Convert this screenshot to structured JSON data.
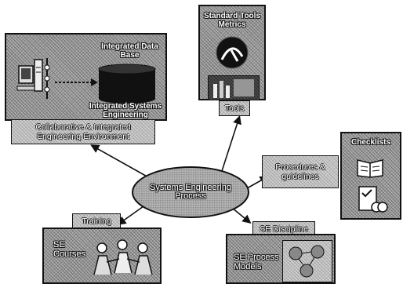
{
  "center": {
    "label": "Systems Engineering\nProcess"
  },
  "nodes": {
    "collab": {
      "inner_title": "Integrated Data\nBase",
      "inner_subtitle": "Integrated Systems\nEngineering",
      "label": "Collaborative & Integrated\nEngineering Environment"
    },
    "tools": {
      "title": "Standard Tools\nMetrics",
      "label": "Tools"
    },
    "procedures": {
      "label": "Procedures &\nguidelines",
      "card_title": "Checklists"
    },
    "training": {
      "label": "Training",
      "inner_text": "SE\nCourses"
    },
    "discipline": {
      "label": "SE Discipline",
      "inner_text": "SE Process\nModels"
    }
  },
  "icons": {
    "computer": "computer-workstation-icon",
    "database": "database-cylinder-icon",
    "tools": "compass-tool-icon",
    "checklist": "open-book-icon",
    "courses": "people-group-icon"
  },
  "colors": {
    "ellipse": "#9a9a9a",
    "line": "#111111",
    "text": "#ffffff"
  }
}
